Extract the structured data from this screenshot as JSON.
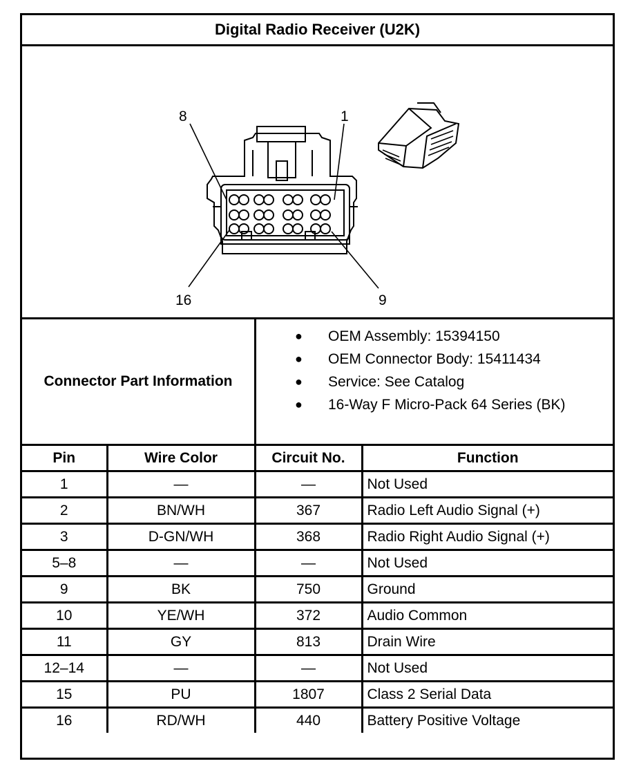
{
  "title": "Digital Radio Receiver (U2K)",
  "figure": {
    "callouts": {
      "top_left": "8",
      "top_right": "1",
      "bottom_left": "16",
      "bottom_right": "9"
    }
  },
  "connector_info": {
    "label": "Connector Part Information",
    "items": [
      "OEM Assembly: 15394150",
      "OEM Connector Body: 15411434",
      "Service: See Catalog",
      "16-Way F Micro-Pack 64 Series (BK)"
    ]
  },
  "table": {
    "headers": {
      "pin": "Pin",
      "wire_color": "Wire Color",
      "circuit": "Circuit No.",
      "function": "Function"
    },
    "rows": [
      {
        "pin": "1",
        "wire_color": "—",
        "circuit": "—",
        "function": "Not Used"
      },
      {
        "pin": "2",
        "wire_color": "BN/WH",
        "circuit": "367",
        "function": "Radio Left Audio Signal (+)"
      },
      {
        "pin": "3",
        "wire_color": "D-GN/WH",
        "circuit": "368",
        "function": "Radio Right Audio Signal (+)"
      },
      {
        "pin": "5–8",
        "wire_color": "—",
        "circuit": "—",
        "function": "Not Used"
      },
      {
        "pin": "9",
        "wire_color": "BK",
        "circuit": "750",
        "function": "Ground"
      },
      {
        "pin": "10",
        "wire_color": "YE/WH",
        "circuit": "372",
        "function": "Audio Common"
      },
      {
        "pin": "11",
        "wire_color": "GY",
        "circuit": "813",
        "function": "Drain Wire"
      },
      {
        "pin": "12–14",
        "wire_color": "—",
        "circuit": "—",
        "function": "Not Used"
      },
      {
        "pin": "15",
        "wire_color": "PU",
        "circuit": "1807",
        "function": "Class 2 Serial Data"
      },
      {
        "pin": "16",
        "wire_color": "RD/WH",
        "circuit": "440",
        "function": "Battery Positive Voltage"
      }
    ]
  }
}
